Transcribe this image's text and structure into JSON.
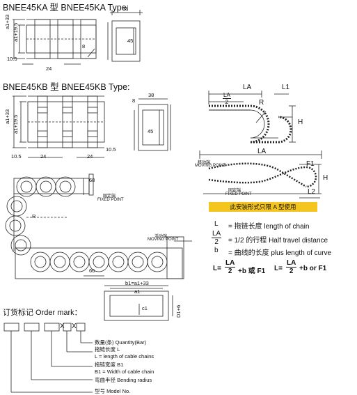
{
  "titles": {
    "ka": "BNEE45KA 型    BNEE45KA Type:",
    "kb": "BNEE45KB 型    BNEE45KB Type:"
  },
  "ka_dims": {
    "a1_33": "a1+33",
    "a1_19_5": "a1+19.5",
    "d38": "38",
    "d45": "45",
    "d24": "24",
    "d10_5": "10.5",
    "d8": "8"
  },
  "kb_dims": {
    "a1_33": "a1+33",
    "a1_19_5": "a1+19.5",
    "d38": "38",
    "d45": "45",
    "d24a": "24",
    "d24b": "24",
    "d10_5a": "10.5",
    "d10_5b": "10.5",
    "d8": "8"
  },
  "top_right": {
    "LA": "LA",
    "L1": "L1",
    "LA2": "LA",
    "two": "2",
    "R": "R",
    "H": "H"
  },
  "install": {
    "LA": "LA",
    "moving_cn": "移动端",
    "moving_en": "MOVING POINT",
    "fixed_cn": "固定端",
    "fixed_en": "FIXED POINT",
    "F1": "F1",
    "L2": "L2",
    "H": "H",
    "banner": "此安装形式只限 A 型使用"
  },
  "big_chain": {
    "fixed_cn": "固定端",
    "fixed_en": "FIXED POINT",
    "moving_cn": "活动端",
    "moving_en": "MOVING POINT",
    "R": "R",
    "d66": "66",
    "d68": "68"
  },
  "formula": {
    "L": "L",
    "L_desc": "= 拖链长度  length of chain",
    "LA": "LA",
    "two": "2",
    "LA_desc": "= 1/2 的行程  Half travel distance",
    "b": "b",
    "b_desc": "= 曲线的长度  plus length of curve",
    "f_left": "L=",
    "f_plus": "+b 或 F1",
    "f_mid": "L=",
    "f_plus2": "+b or F1"
  },
  "section": {
    "b1": "b1=a1+33",
    "a1": "a1",
    "c1": "c1",
    "d": "D1+6"
  },
  "order": {
    "title": "订货标记 Order mark：",
    "x1": "X",
    "x2": "X",
    "items": [
      "数量(条) Quantity(Bar)",
      "拖链长度 L",
      "L = length of cable chains",
      "拖链宽度 B1",
      "B1 = Width of cable chain",
      "弯曲半径 Bending radius",
      "型号 Model No."
    ]
  }
}
